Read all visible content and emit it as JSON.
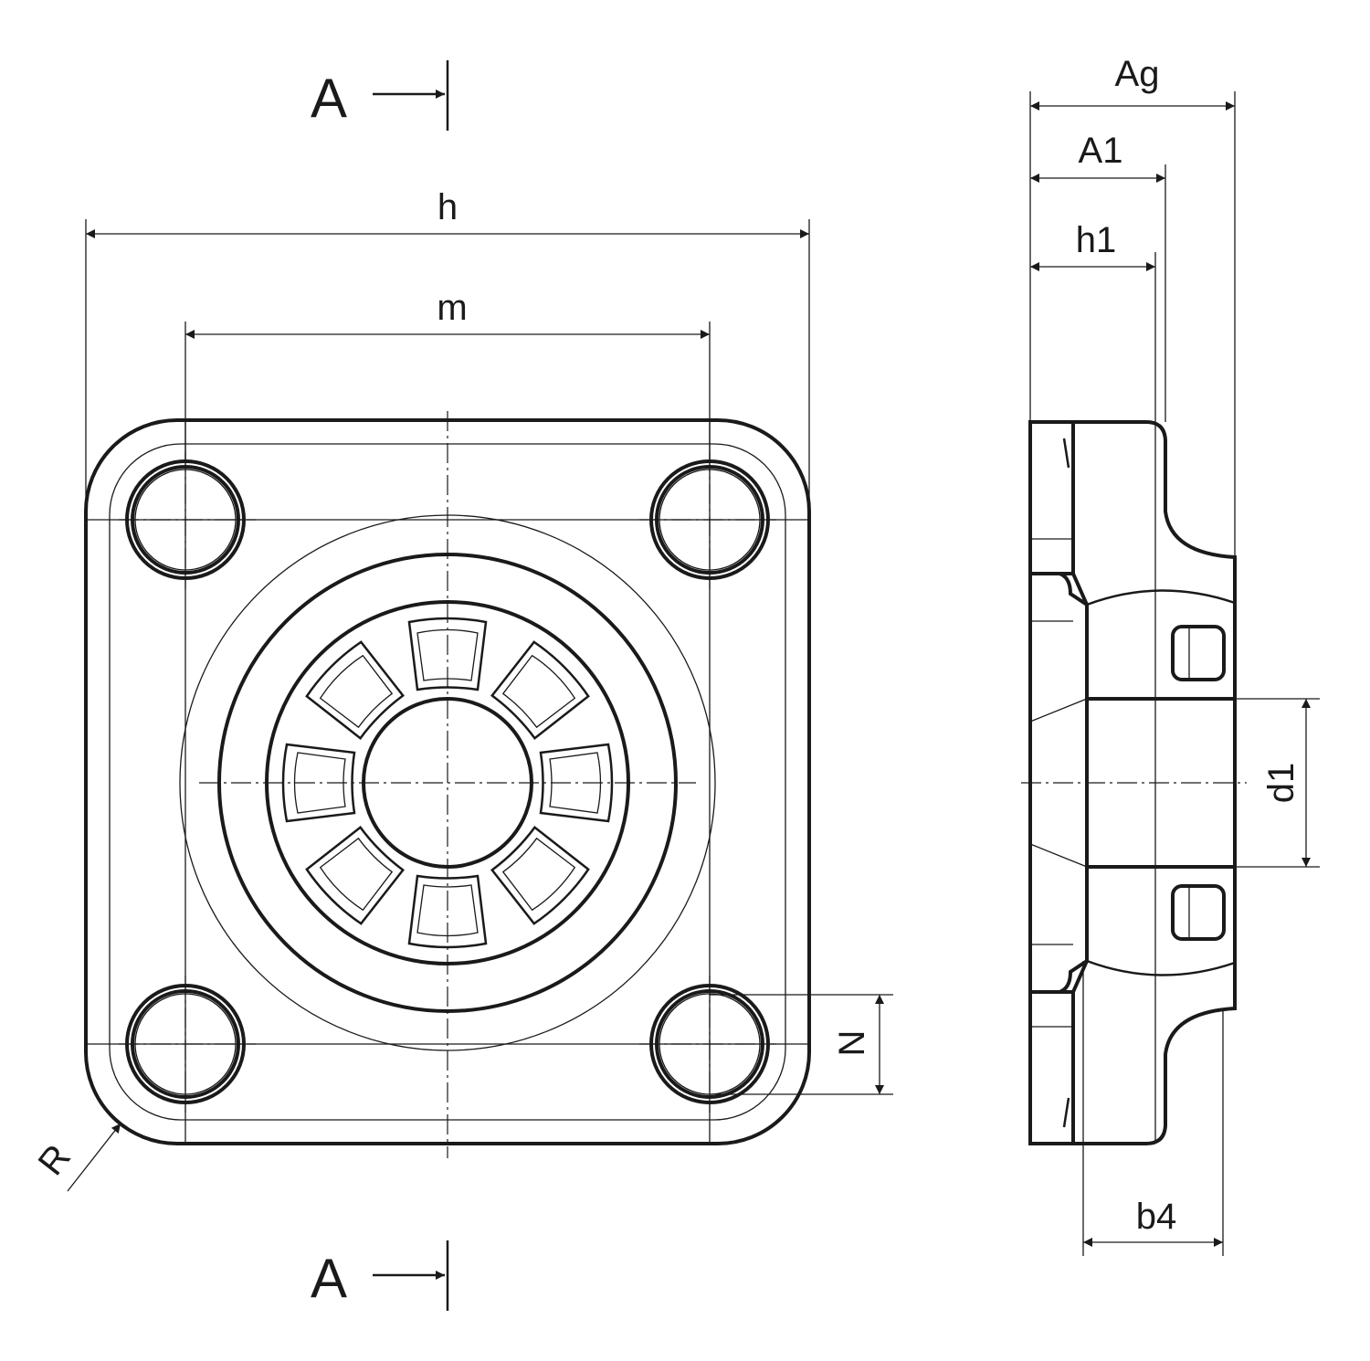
{
  "labels": {
    "section_top": "A",
    "section_bottom": "A",
    "h": "h",
    "m": "m",
    "R": "R",
    "N": "N",
    "Ag": "Ag",
    "A1": "A1",
    "h1": "h1",
    "d1": "d1",
    "b4": "b4"
  },
  "colors": {
    "line": "#1a1a1a",
    "background": "#ffffff"
  }
}
